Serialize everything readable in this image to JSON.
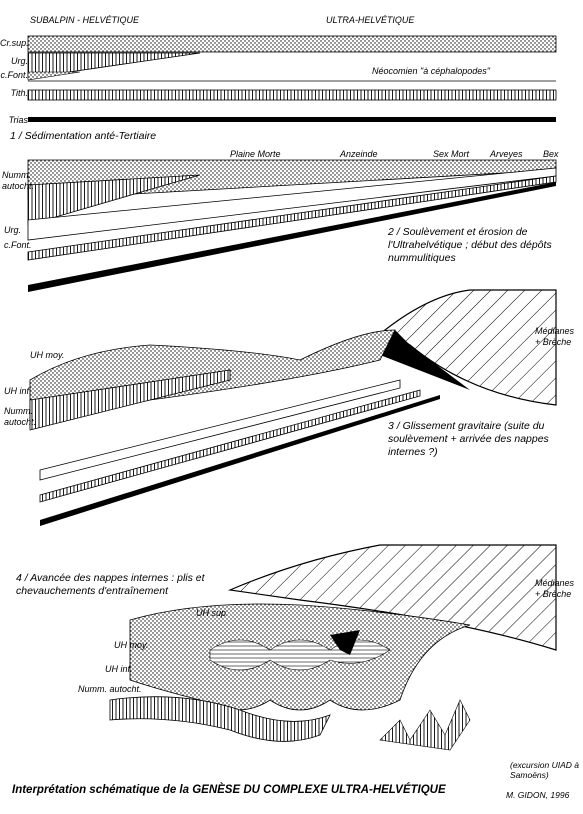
{
  "panel1": {
    "header_left": "SUBALPIN - HELVÉTIQUE",
    "header_right": "ULTRA-HELVÉTIQUE",
    "layers": [
      "Cr.sup.",
      "Urg.",
      "c.Font.",
      "Tith.",
      "Trias"
    ],
    "note": "Néocomien \"à céphalopodes\"",
    "caption": "1 / Sédimentation anté-Tertiaire"
  },
  "panel2": {
    "places": [
      "Plaine Morte",
      "Anzeinde",
      "Sex Mort",
      "Arveyes",
      "Bex"
    ],
    "left_labels": [
      "Numm. autocht.",
      "Urg.",
      "c.Font."
    ],
    "caption": "2 / Soulèvement et érosion de l'Ultrahelvétique ; début des dépôts nummulitiques"
  },
  "panel3": {
    "right_label": "Médianes + Brèche",
    "left_labels": [
      "UH moy.",
      "UH inf.",
      "Numm. autocht."
    ],
    "caption": "3 / Glissement gravitaire (suite du soulèvement + arrivée des nappes internes ?)"
  },
  "panel4": {
    "caption": "4 / Avancée des nappes internes : plis et chevauchements d'entraînement",
    "right_label": "Médianes + Brèche",
    "left_labels": [
      "UH sup.",
      "UH moy.",
      "UH inf.",
      "Numm. autocht."
    ]
  },
  "footer": {
    "title": "Interprétation schématique de la GENÈSE DU COMPLEXE ULTRA-HELVÉTIQUE",
    "excursion": "(excursion UIAD à Samoëns)",
    "author": "M. GIDON, 1996"
  }
}
